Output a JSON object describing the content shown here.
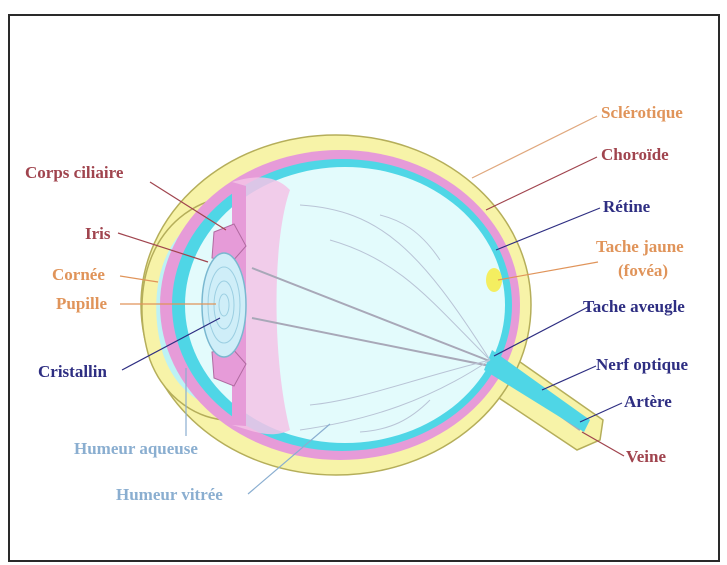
{
  "colors": {
    "sclera": "#f7f3a8",
    "sclera_edge": "#c8c26a",
    "choroid": "#e69bd8",
    "retina": "#4fd6e6",
    "vitreous": "#e3fbfc",
    "ciliary": "#f3c3e6",
    "cornea": "#bdf2f5",
    "lens": "#cfeef8",
    "fovea": "#f4ee60",
    "label_red": "#a0444e",
    "label_orange": "#e0945a",
    "label_blue": "#2e2e82",
    "label_lightblue": "#8aaed0"
  },
  "labels": {
    "sclerotique": "Sclérotique",
    "choroide": "Choroïde",
    "retine": "Rétine",
    "tache_jaune_1": "Tache jaune",
    "tache_jaune_2": "(fovéa)",
    "tache_aveugle": "Tache aveugle",
    "nerf_optique": "Nerf optique",
    "artere": "Artère",
    "veine": "Veine",
    "corps_ciliaire": "Corps ciliaire",
    "iris": "Iris",
    "cornee": "Cornée",
    "pupille": "Pupille",
    "cristallin": "Cristallin",
    "humeur_aqueuse": "Humeur aqueuse",
    "humeur_vitree": "Humeur vitrée"
  }
}
